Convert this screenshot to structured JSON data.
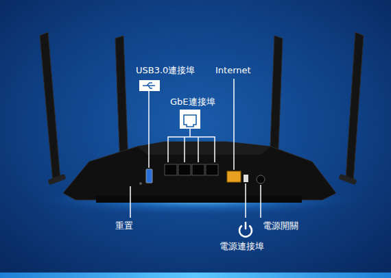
{
  "diagram": {
    "labels": [
      "USB3.0連接埠",
      "Internet",
      "GbE連接埠",
      "重置",
      "電源開關",
      "電源連接埠"
    ]
  }
}
